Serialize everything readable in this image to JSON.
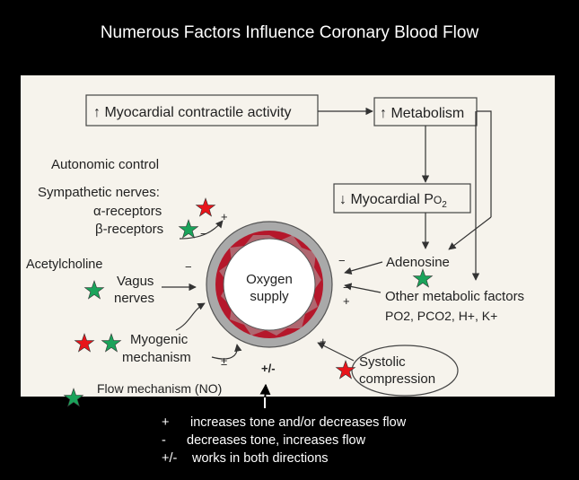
{
  "title": "Numerous Factors Influence Coronary Blood Flow",
  "diagram": {
    "box_contractile": "↑ Myocardial contractile activity",
    "box_metabolism": "↑ Metabolism",
    "box_po2_prefix": "↓ Myocardial P",
    "box_po2_sub": "O",
    "box_po2_sub2": "2",
    "autonomic": "Autonomic control",
    "sympathetic": "Sympathetic nerves:",
    "alpha": "α-receptors",
    "beta": "β-receptors",
    "acetylcholine": "Acetylcholine",
    "vagus1": "Vagus",
    "vagus2": "nerves",
    "oxygen1": "Oxygen",
    "oxygen2": "supply",
    "adenosine": "Adenosine",
    "other_factors": "Other metabolic factors",
    "factors_line": "PO2, PCO2, H+, K+",
    "myogenic1": "Myogenic",
    "myogenic2": "mechanism",
    "systolic1": "Systolic",
    "systolic2": "compression",
    "flow_mechanism": "Flow mechanism (NO)",
    "pm_below": "+/-",
    "sign_plus_alpha": "+",
    "sign_minus_beta": "−",
    "sign_minus_vagus": "−",
    "sign_minus_aden": "−",
    "sign_minus_other": "−",
    "sign_plus_other": "+",
    "sign_pm_myogenic": "±",
    "sign_plus_systolic": "+"
  },
  "legend": [
    {
      "symbol": "+",
      "text": "increases tone and/or decreases flow"
    },
    {
      "symbol": "-",
      "text": "decreases tone, increases flow"
    },
    {
      "symbol": "+/-",
      "text": "works in both directions"
    }
  ],
  "colors": {
    "star_red": "#e8141a",
    "star_green": "#1aa35a",
    "vessel_red": "#b5172b",
    "ring_gray": "#a9a9a9"
  }
}
